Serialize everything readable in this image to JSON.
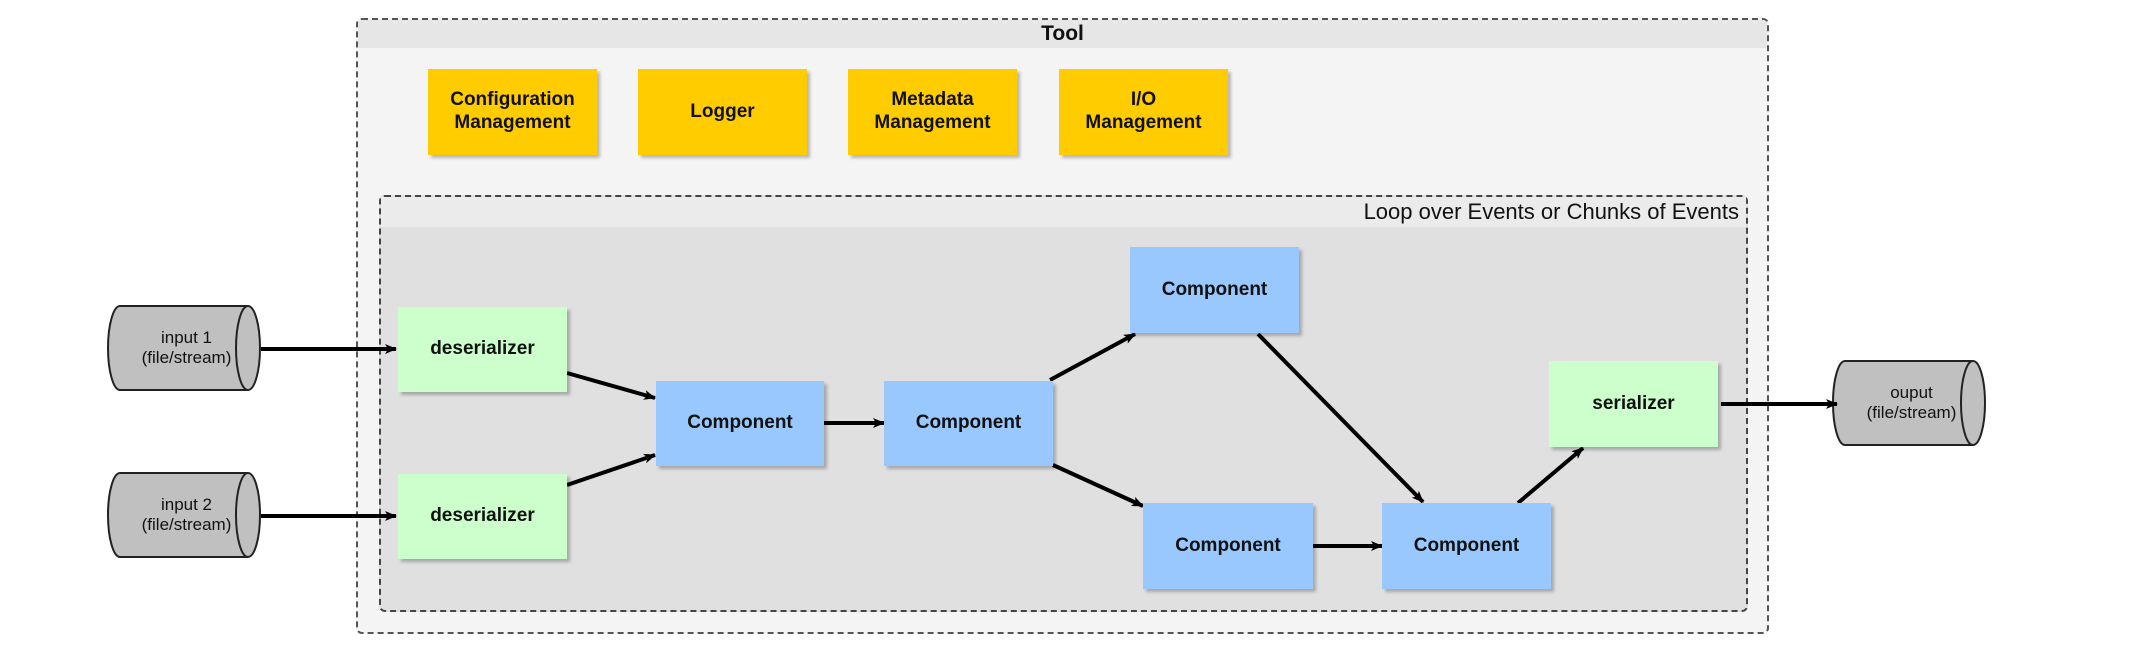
{
  "tool": {
    "title": "Tool"
  },
  "services": [
    {
      "label": "Configuration\nManagement"
    },
    {
      "label": "Logger"
    },
    {
      "label": "Metadata\nManagement"
    },
    {
      "label": "I/O\nManagement"
    }
  ],
  "loop": {
    "title": "Loop over Events or Chunks of Events"
  },
  "inputs": [
    {
      "label": "input 1\n(file/stream)"
    },
    {
      "label": "input 2\n(file/stream)"
    }
  ],
  "output": {
    "label": "ouput\n(file/stream)"
  },
  "deserializers": [
    {
      "label": "deserializer"
    },
    {
      "label": "deserializer"
    }
  ],
  "components": [
    {
      "label": "Component"
    },
    {
      "label": "Component"
    },
    {
      "label": "Component"
    },
    {
      "label": "Component"
    },
    {
      "label": "Component"
    }
  ],
  "serializer": {
    "label": "serializer"
  },
  "colors": {
    "service": "#ffcc00",
    "component": "#99c8ff",
    "serializer": "#ccffcc",
    "storage": "#c0c0c0"
  }
}
